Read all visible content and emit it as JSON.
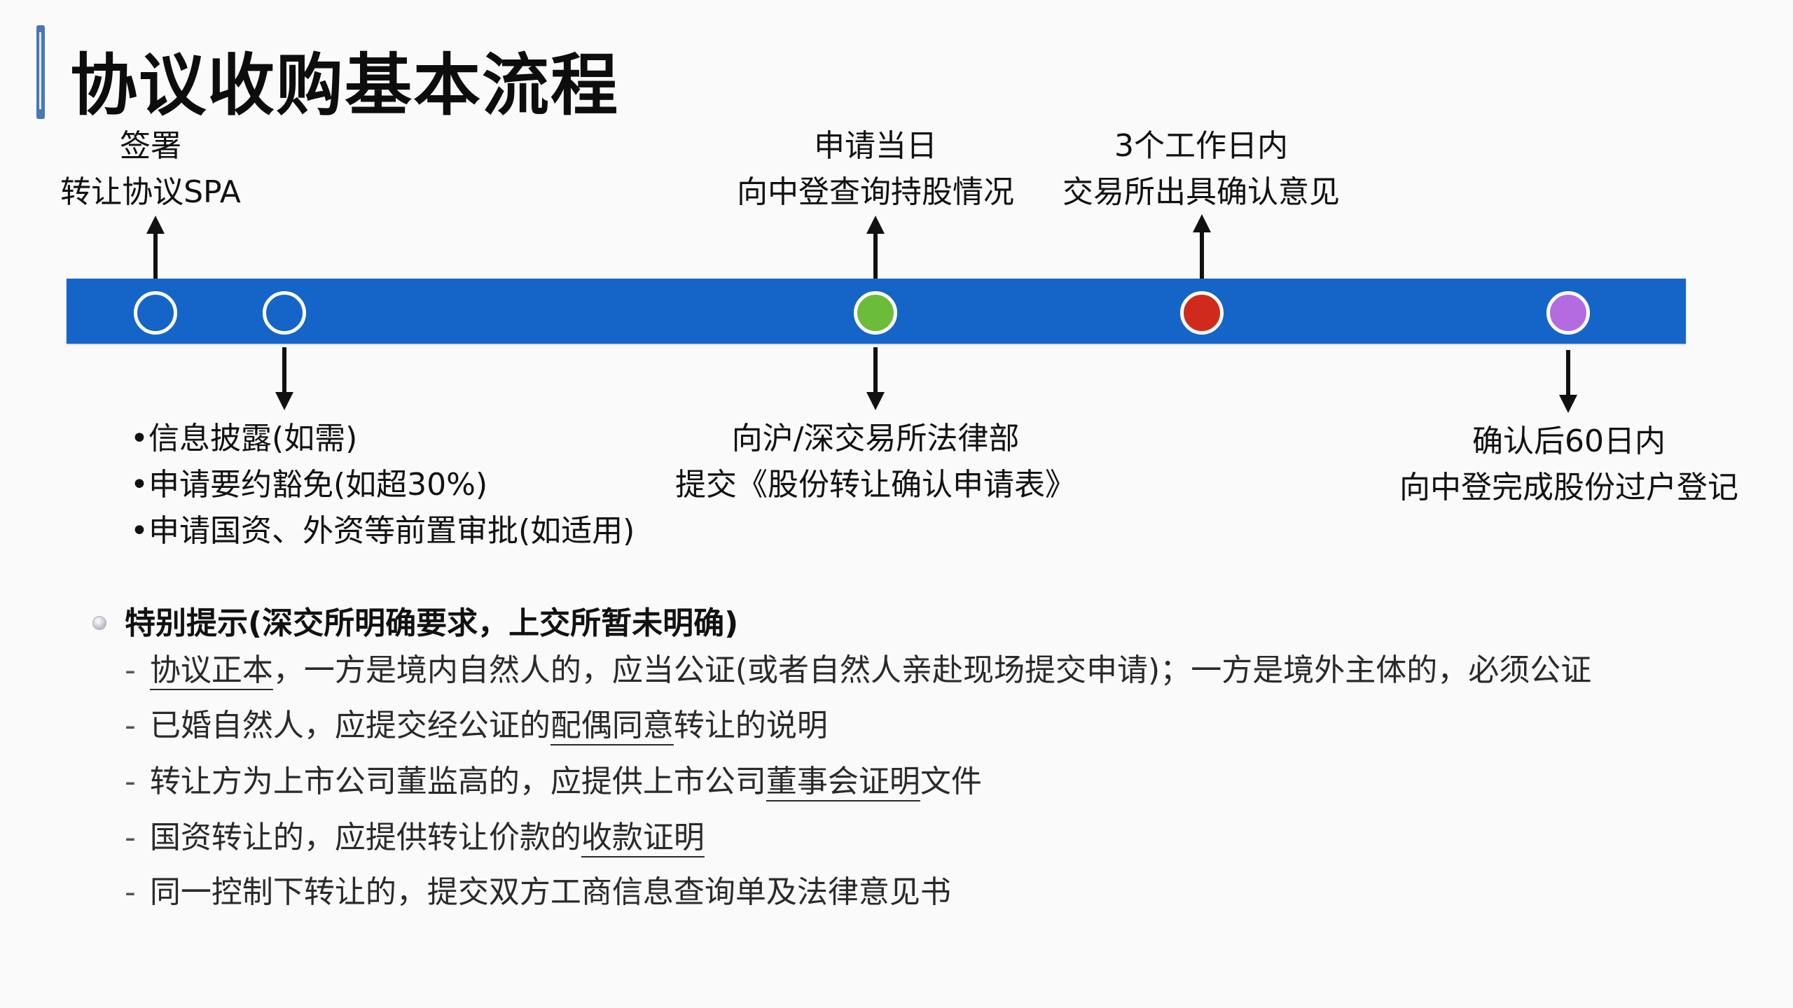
{
  "title": "协议收购基本流程",
  "colors": {
    "timeline": "#1565c8",
    "node_default": "#1565c8",
    "node_green": "#6cbc3c",
    "node_red": "#cf2a1b",
    "node_purple": "#b46be0"
  },
  "steps": {
    "sign": {
      "line1": "签署",
      "line2": "转让协议SPA"
    },
    "disclosure": {
      "bullet": "•",
      "items": [
        "信息披露(如需)",
        "申请要约豁免(如超30%)",
        "申请国资、外资等前置审批(如适用)"
      ]
    },
    "apply_day": {
      "line1": "申请当日",
      "line2": "向中登查询持股情况"
    },
    "submit": {
      "line1": "向沪/深交易所法律部",
      "line2": "提交《股份转让确认申请表》"
    },
    "exchange_confirm": {
      "line1": "3个工作日内",
      "line2": "交易所出具确认意见"
    },
    "transfer": {
      "line1": "确认后60日内",
      "line2": "向中登完成股份过户登记"
    }
  },
  "notes": {
    "heading": "特别提示(深交所明确要求，上交所暂未明确)",
    "dash": "-",
    "items": [
      {
        "pre": "",
        "ul": "协议正本",
        "post": "，一方是境内自然人的，应当公证(或者自然人亲赴现场提交申请)；一方是境外主体的，必须公证"
      },
      {
        "pre": "已婚自然人，应提交经公证的",
        "ul": "配偶同意",
        "post": "转让的说明"
      },
      {
        "pre": "转让方为上市公司董监高的，应提供上市公司",
        "ul": "董事会证明",
        "post": "文件"
      },
      {
        "pre": "国资转让的，应提供转让价款的",
        "ul": "收款证明",
        "post": ""
      },
      {
        "pre": "同一控制下转让的，提交双方工商信息查询单及法律意见书",
        "ul": "",
        "post": ""
      }
    ]
  }
}
